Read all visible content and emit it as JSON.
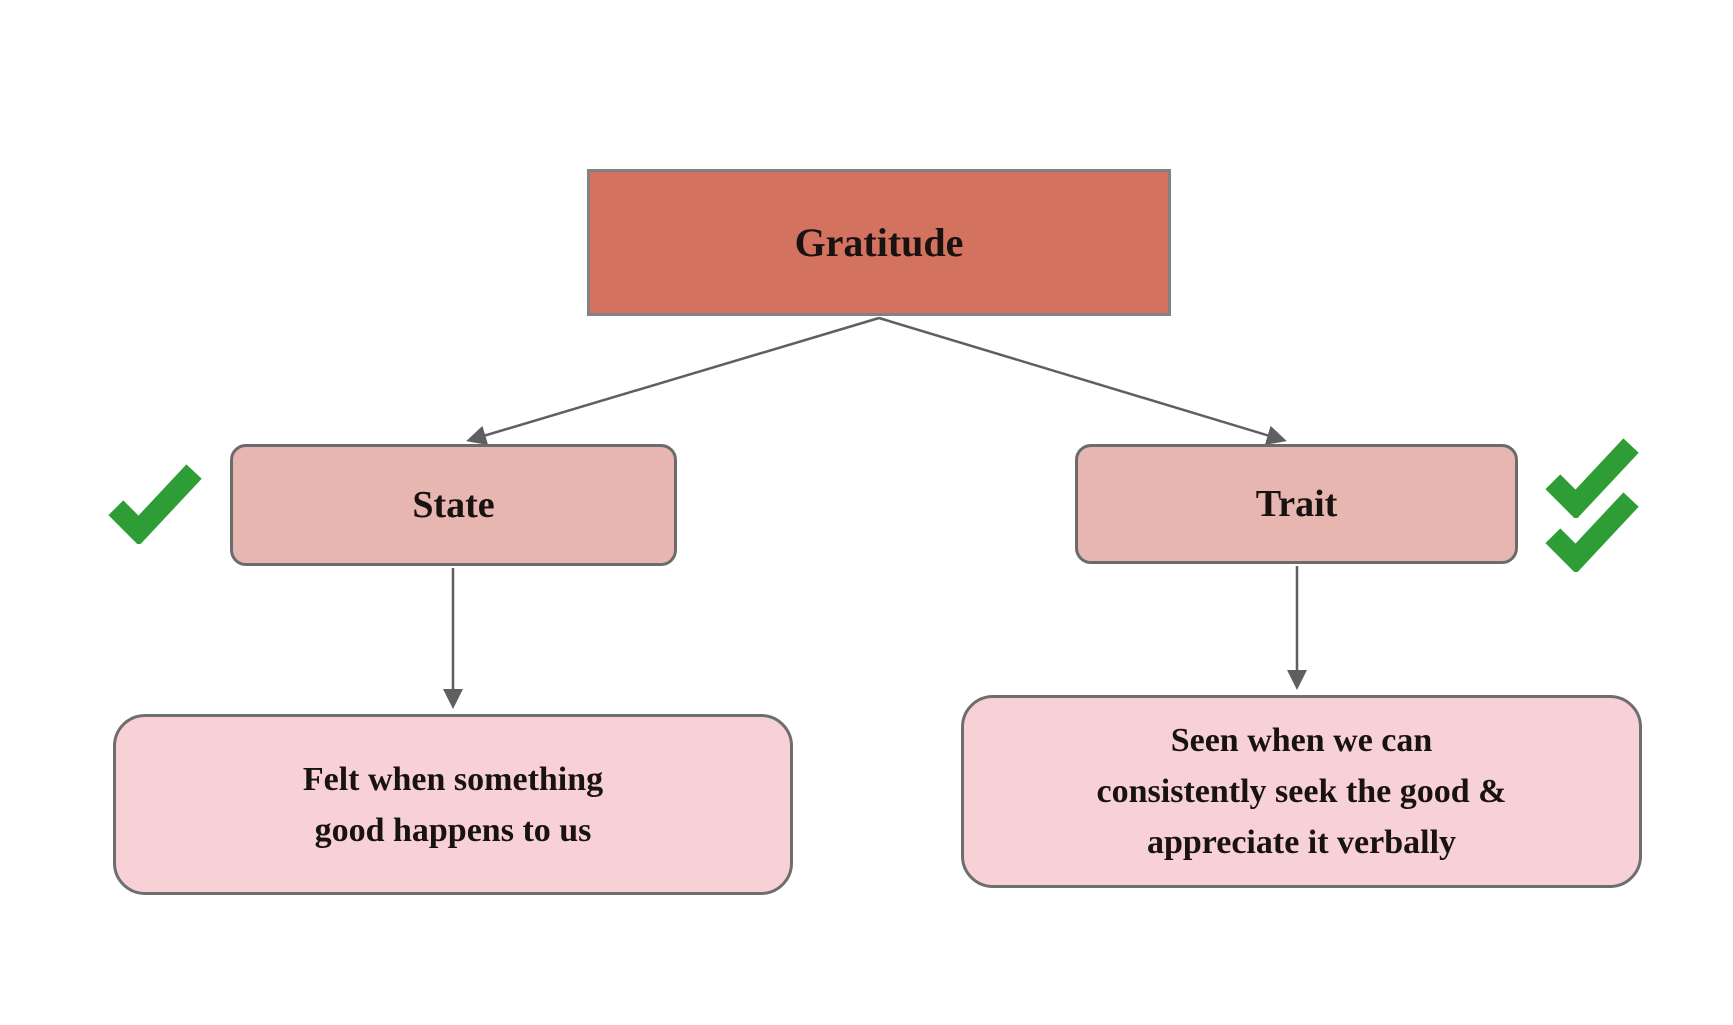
{
  "diagram": {
    "root": {
      "label": "Gratitude"
    },
    "branches": [
      {
        "label": "State",
        "check_count": 1,
        "description_lines": [
          "Felt when something",
          "good happens to us"
        ]
      },
      {
        "label": "Trait",
        "check_count": 2,
        "description_lines": [
          "Seen when we can",
          "consistently seek the good &",
          "appreciate it verbally"
        ]
      }
    ],
    "icons": {
      "single_check": "checkmark-icon",
      "double_check": "double-checkmark-icon"
    },
    "colors": {
      "root_fill": "#d3735f",
      "branch_fill": "#e8b6b0",
      "description_fill": "#f8d1d6",
      "border_gray": "#6b6b6b",
      "arrow_gray": "#5f5f5f",
      "check_green": "#2e9d35",
      "text": "#181211",
      "background": "#ffffff"
    }
  }
}
